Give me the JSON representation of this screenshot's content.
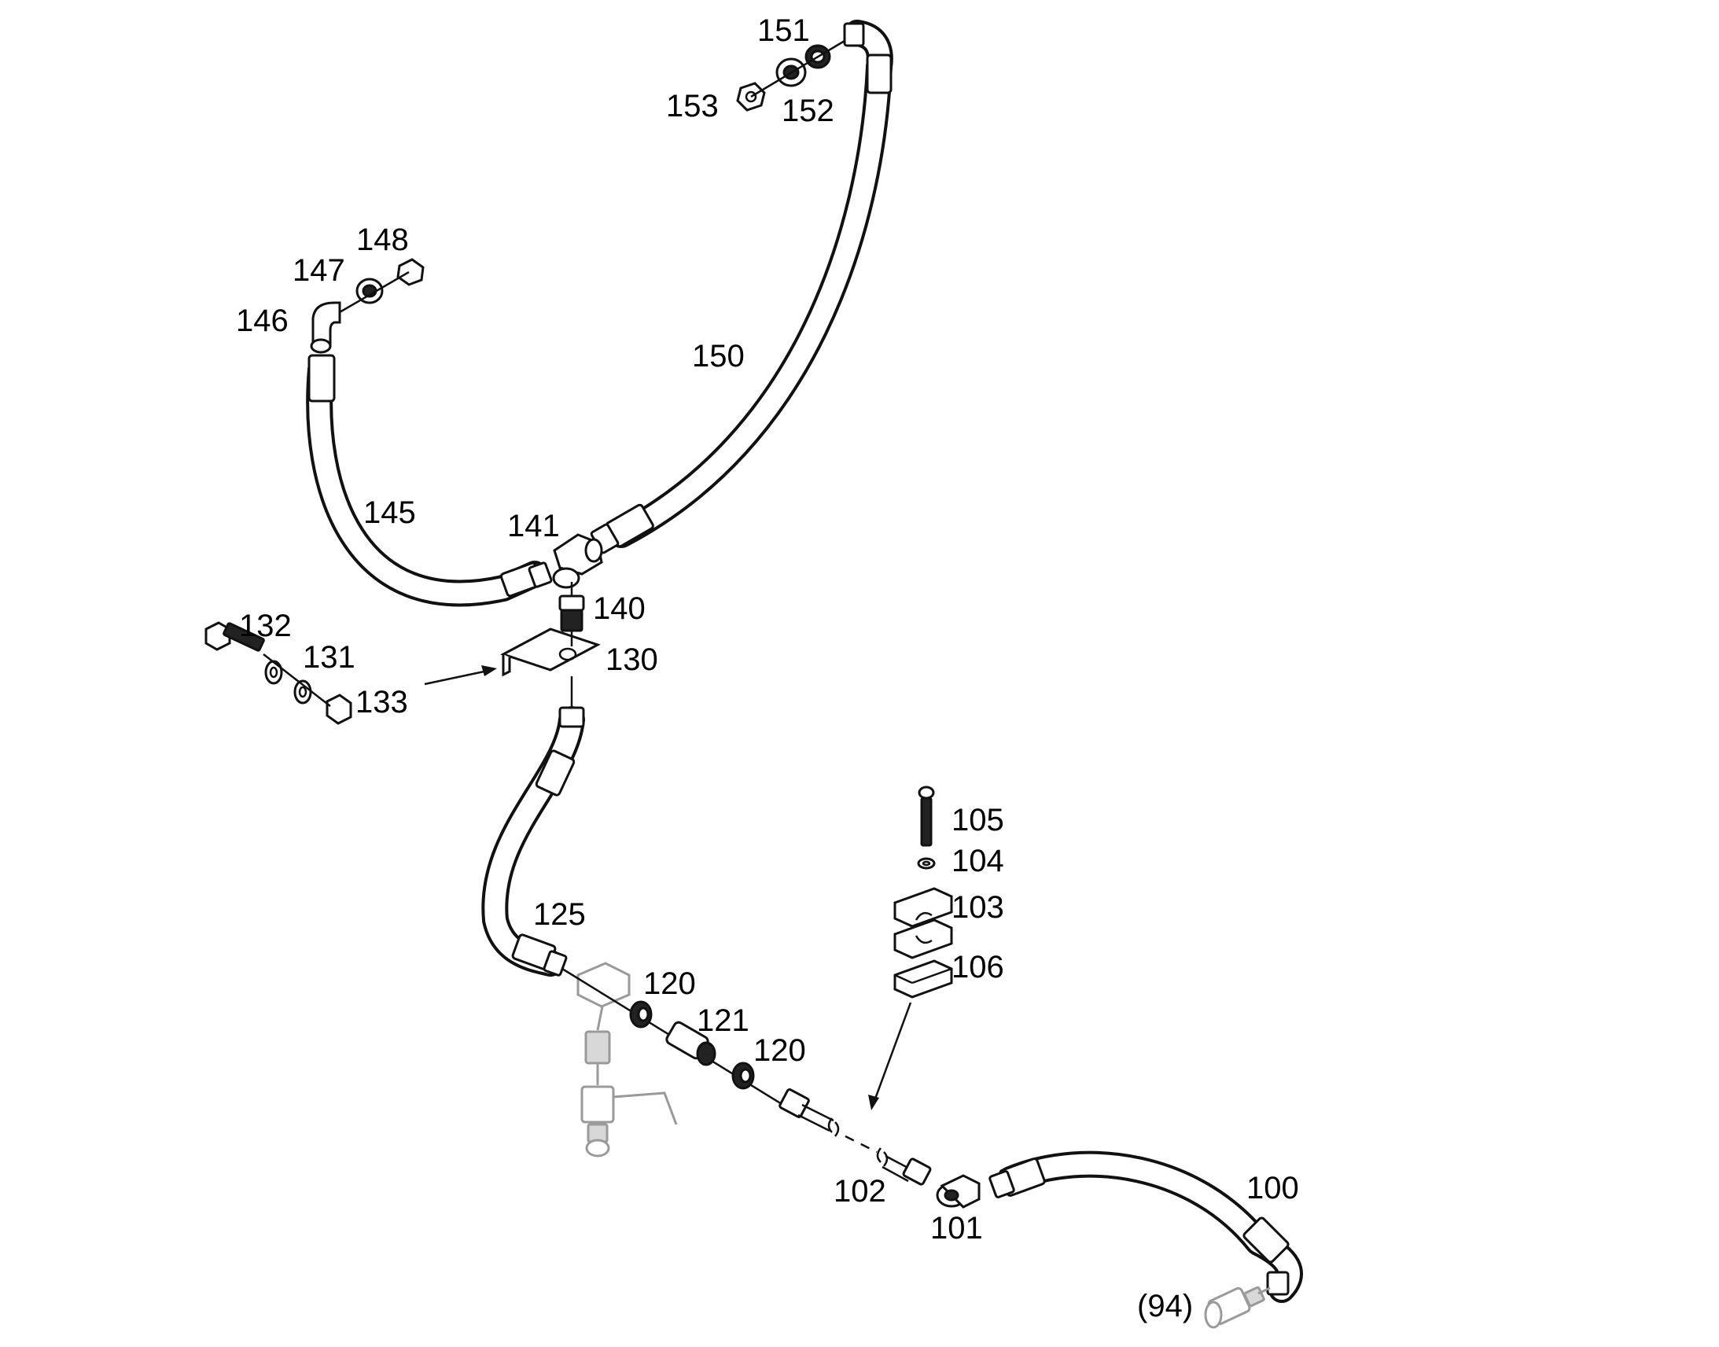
{
  "labels": {
    "l151": "151",
    "l152": "152",
    "l153": "153",
    "l148": "148",
    "l147": "147",
    "l146": "146",
    "l150": "150",
    "l145": "145",
    "l141": "141",
    "l140": "140",
    "l132": "132",
    "l131": "131",
    "l133": "133",
    "l130": "130",
    "l105": "105",
    "l104": "104",
    "l103": "103",
    "l106": "106",
    "l125": "125",
    "l120a": "120",
    "l121": "121",
    "l120b": "120",
    "l102": "102",
    "l101": "101",
    "l100": "100",
    "l94": "(94)"
  }
}
